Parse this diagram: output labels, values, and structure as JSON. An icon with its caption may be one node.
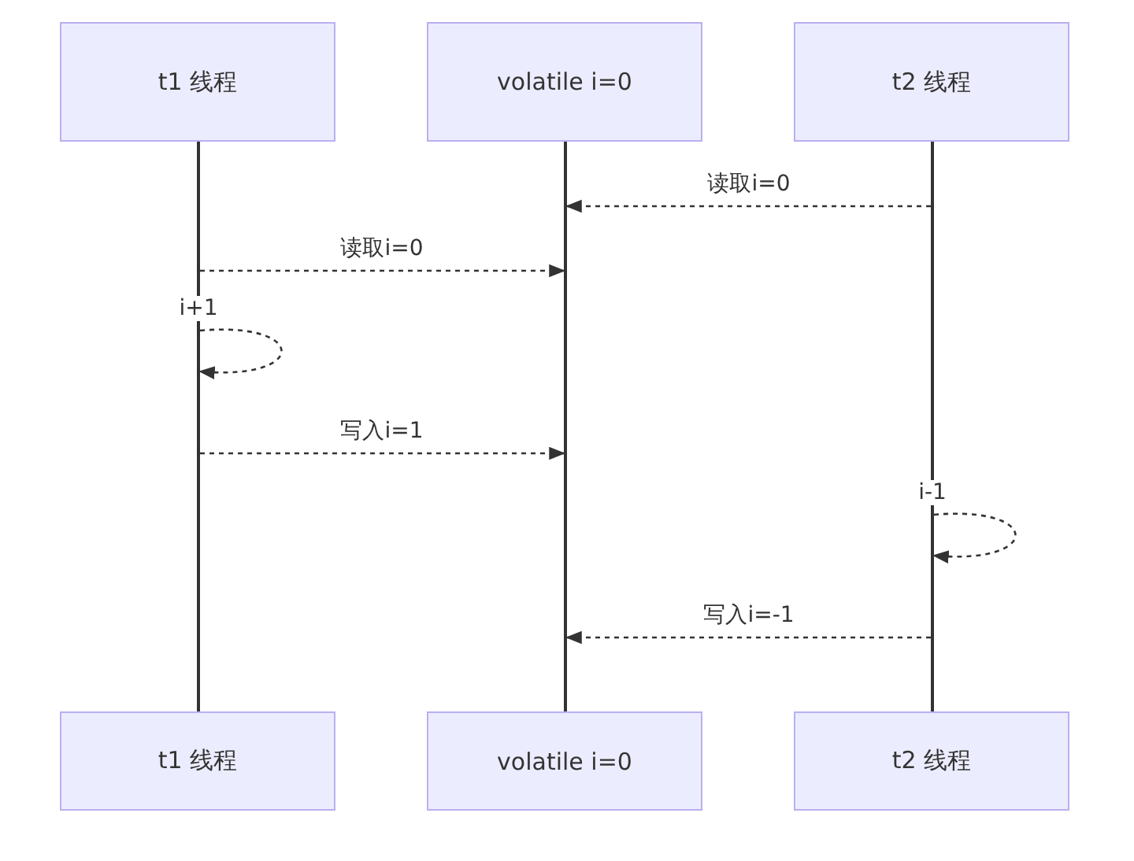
{
  "diagram": {
    "nodes": [
      {
        "text": [
          "t1 线程"
        ]
      },
      {
        "text": [
          "volatile i=0"
        ]
      },
      {
        "text": [
          "t2 线程"
        ]
      },
      {
        "text": [],
        "shape": "bar"
      },
      {
        "text": [],
        "shape": "bar"
      },
      {
        "text": [],
        "shape": "bar"
      },
      {
        "text": [
          "t1 线程"
        ]
      },
      {
        "text": [
          "volatile i=0"
        ]
      },
      {
        "text": [
          "t2 线程"
        ]
      }
    ],
    "edges": [
      {
        "from": 5,
        "to": 4,
        "arrow": "to",
        "style": "dashed",
        "label": "读取i=0"
      },
      {
        "from": 3,
        "to": 4,
        "arrow": "to",
        "style": "dashed",
        "label": "读取i=0"
      },
      {
        "from": 3,
        "to": 3,
        "arrow": "to",
        "style": "dashed",
        "label": "i+1"
      },
      {
        "from": 3,
        "to": 4,
        "arrow": "to",
        "style": "dashed",
        "label": "写入i=1"
      },
      {
        "from": 5,
        "to": 5,
        "arrow": "to",
        "style": "dashed",
        "label": "i-1"
      },
      {
        "from": 5,
        "to": 4,
        "arrow": "to",
        "style": "dashed",
        "label": "写入i=-1"
      }
    ]
  }
}
